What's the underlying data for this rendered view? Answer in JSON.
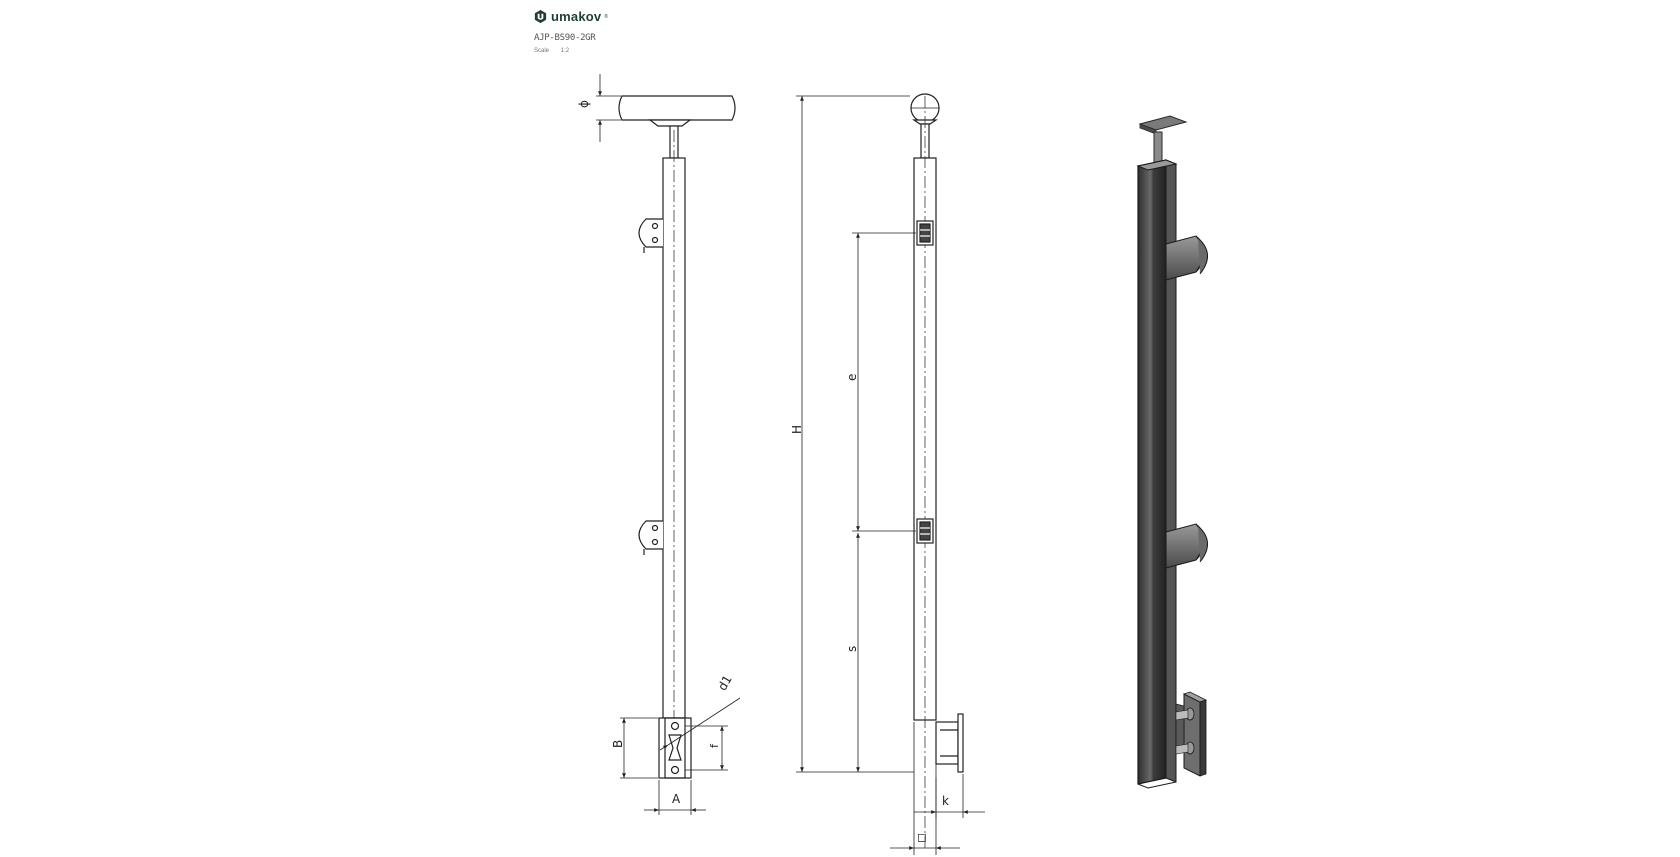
{
  "header": {
    "brand": "umakov",
    "product_code": "AJP-BS90-2GR",
    "scale_label": "Scale",
    "scale_value": "1:2"
  },
  "dimensions": {
    "phi": "ϕ",
    "H": "H",
    "e": "e",
    "s": "s",
    "B": "B",
    "A": "A",
    "f": "f",
    "d1": "d1",
    "k": "k",
    "square": "◻"
  },
  "colors": {
    "line": "#222222",
    "brand": "#1f3f36",
    "render_dark": "#3a3a3a",
    "render_mid": "#6b6b6b",
    "render_light": "#a8a8a8"
  }
}
